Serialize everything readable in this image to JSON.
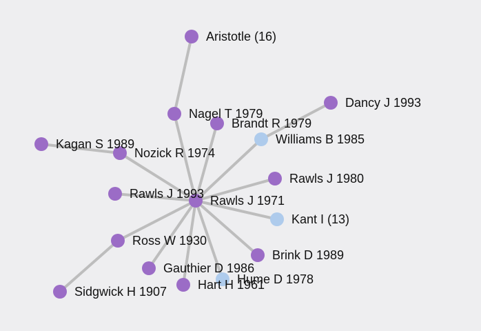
{
  "graph": {
    "colors": {
      "primary": "#9b6cc6",
      "secondary": "#aecbec",
      "edge": "#bdbdbd",
      "background": "#eeeef0"
    },
    "center": "Rawls J 1971",
    "nodes": [
      {
        "label": "Aristotle (16)",
        "kind": "primary"
      },
      {
        "label": "Nagel T 1979",
        "kind": "primary"
      },
      {
        "label": "Brandt R 1979",
        "kind": "primary"
      },
      {
        "label": "Dancy J 1993",
        "kind": "primary"
      },
      {
        "label": "Williams B 1985",
        "kind": "secondary"
      },
      {
        "label": "Kagan S 1989",
        "kind": "primary"
      },
      {
        "label": "Nozick R 1974",
        "kind": "primary"
      },
      {
        "label": "Rawls J 1980",
        "kind": "primary"
      },
      {
        "label": "Rawls J 1993",
        "kind": "primary"
      },
      {
        "label": "Rawls J 1971",
        "kind": "primary"
      },
      {
        "label": "Kant I (13)",
        "kind": "secondary"
      },
      {
        "label": "Ross W 1930",
        "kind": "primary"
      },
      {
        "label": "Brink D 1989",
        "kind": "primary"
      },
      {
        "label": "Gauthier D 1986",
        "kind": "primary"
      },
      {
        "label": "Hume D 1978",
        "kind": "secondary"
      },
      {
        "label": "Hart H 1961",
        "kind": "primary"
      },
      {
        "label": "Sidgwick H 1907",
        "kind": "primary"
      }
    ],
    "edges": [
      [
        "Rawls J 1971",
        "Nagel T 1979"
      ],
      [
        "Nagel T 1979",
        "Aristotle (16)"
      ],
      [
        "Rawls J 1971",
        "Brandt R 1979"
      ],
      [
        "Rawls J 1971",
        "Williams B 1985"
      ],
      [
        "Williams B 1985",
        "Dancy J 1993"
      ],
      [
        "Rawls J 1971",
        "Nozick R 1974"
      ],
      [
        "Nozick R 1974",
        "Kagan S 1989"
      ],
      [
        "Rawls J 1971",
        "Rawls J 1980"
      ],
      [
        "Rawls J 1971",
        "Rawls J 1993"
      ],
      [
        "Rawls J 1971",
        "Kant I (13)"
      ],
      [
        "Rawls J 1971",
        "Ross W 1930"
      ],
      [
        "Ross W 1930",
        "Sidgwick H 1907"
      ],
      [
        "Rawls J 1971",
        "Brink D 1989"
      ],
      [
        "Rawls J 1971",
        "Gauthier D 1986"
      ],
      [
        "Rawls J 1971",
        "Hume D 1978"
      ],
      [
        "Rawls J 1971",
        "Hart H 1961"
      ]
    ]
  }
}
